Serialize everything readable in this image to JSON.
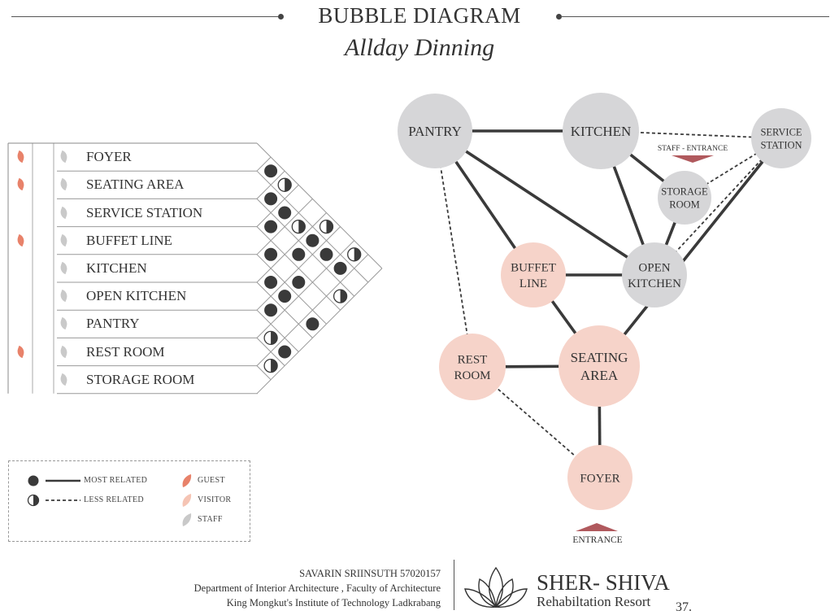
{
  "header": {
    "title": "BUBBLE DIAGRAM",
    "subtitle": "Allday Dinning"
  },
  "colors": {
    "guest": "#e8826a",
    "visitor": "#f5c4b4",
    "staff": "#c9c9c9",
    "staff_node": "#d6d6d8",
    "public_node": "#f6d3c9",
    "entrance_arrow": "#b0595d",
    "line": "#3a3a3a"
  },
  "matrix": {
    "rows": [
      {
        "label": "FOYER",
        "guest": true
      },
      {
        "label": "SEATING AREA",
        "guest": true
      },
      {
        "label": "SERVICE STATION",
        "guest": false
      },
      {
        "label": "BUFFET LINE",
        "guest": true
      },
      {
        "label": "KITCHEN",
        "guest": false
      },
      {
        "label": "OPEN KITCHEN",
        "guest": false
      },
      {
        "label": "PANTRY",
        "guest": false
      },
      {
        "label": "REST ROOM",
        "guest": true
      },
      {
        "label": "STORAGE ROOM",
        "guest": false
      }
    ],
    "relations": [
      {
        "a": "FOYER",
        "b": "SEATING AREA",
        "type": "most"
      },
      {
        "a": "SEATING AREA",
        "b": "SERVICE STATION",
        "type": "most"
      },
      {
        "a": "FOYER",
        "b": "SERVICE STATION",
        "type": "less"
      },
      {
        "a": "SERVICE STATION",
        "b": "BUFFET LINE",
        "type": "most"
      },
      {
        "a": "SEATING AREA",
        "b": "BUFFET LINE",
        "type": "most"
      },
      {
        "a": "BUFFET LINE",
        "b": "KITCHEN",
        "type": "most"
      },
      {
        "a": "SEATING AREA",
        "b": "KITCHEN",
        "type": "less"
      },
      {
        "a": "KITCHEN",
        "b": "OPEN KITCHEN",
        "type": "most"
      },
      {
        "a": "SERVICE STATION",
        "b": "OPEN KITCHEN",
        "type": "most"
      },
      {
        "a": "SEATING AREA",
        "b": "OPEN KITCHEN",
        "type": "most"
      },
      {
        "a": "FOYER",
        "b": "OPEN KITCHEN",
        "type": "less"
      },
      {
        "a": "KITCHEN",
        "b": "PANTRY",
        "type": "most"
      },
      {
        "a": "BUFFET LINE",
        "b": "PANTRY",
        "type": "most"
      },
      {
        "a": "OPEN KITCHEN",
        "b": "PANTRY",
        "type": "most"
      },
      {
        "a": "SEATING AREA",
        "b": "PANTRY",
        "type": "most"
      },
      {
        "a": "PANTRY",
        "b": "REST ROOM",
        "type": "less"
      },
      {
        "a": "SEATING AREA",
        "b": "REST ROOM",
        "type": "most"
      },
      {
        "a": "FOYER",
        "b": "REST ROOM",
        "type": "less"
      },
      {
        "a": "REST ROOM",
        "b": "STORAGE ROOM",
        "type": "less"
      },
      {
        "a": "PANTRY",
        "b": "STORAGE ROOM",
        "type": "most"
      },
      {
        "a": "KITCHEN",
        "b": "STORAGE ROOM",
        "type": "most"
      },
      {
        "a": "SERVICE STATION",
        "b": "STORAGE ROOM",
        "type": "less"
      }
    ]
  },
  "legend": {
    "most_related": "MOST RELATED",
    "less_related": "LESS RELATED",
    "guest": "GUEST",
    "visitor": "VISITOR",
    "staff": "STAFF"
  },
  "bubbles": {
    "pantry": {
      "lines": [
        "PANTRY"
      ],
      "kind": "staff"
    },
    "kitchen": {
      "lines": [
        "KITCHEN"
      ],
      "kind": "staff"
    },
    "service": {
      "lines": [
        "SERVICE",
        "STATION"
      ],
      "kind": "staff"
    },
    "storage": {
      "lines": [
        "STORAGE",
        "ROOM"
      ],
      "kind": "staff"
    },
    "openkitchen": {
      "lines": [
        "OPEN",
        "KITCHEN"
      ],
      "kind": "staff"
    },
    "buffet": {
      "lines": [
        "BUFFET",
        "LINE"
      ],
      "kind": "public"
    },
    "restroom": {
      "lines": [
        "REST",
        "ROOM"
      ],
      "kind": "public"
    },
    "seating": {
      "lines": [
        "SEATING",
        "AREA"
      ],
      "kind": "public"
    },
    "foyer": {
      "lines": [
        "FOYER"
      ],
      "kind": "public"
    }
  },
  "links": [
    {
      "from": "pantry",
      "to": "kitchen",
      "type": "most"
    },
    {
      "from": "kitchen",
      "to": "service",
      "type": "less"
    },
    {
      "from": "kitchen",
      "to": "storage",
      "type": "most"
    },
    {
      "from": "kitchen",
      "to": "openkitchen",
      "type": "most"
    },
    {
      "from": "pantry",
      "to": "buffet",
      "type": "most"
    },
    {
      "from": "pantry",
      "to": "openkitchen",
      "type": "most"
    },
    {
      "from": "pantry",
      "to": "restroom",
      "type": "less"
    },
    {
      "from": "service",
      "to": "storage",
      "type": "less"
    },
    {
      "from": "service",
      "to": "openkitchen",
      "type": "less"
    },
    {
      "from": "service",
      "to": "seating",
      "type": "most"
    },
    {
      "from": "storage",
      "to": "openkitchen",
      "type": "most"
    },
    {
      "from": "buffet",
      "to": "openkitchen",
      "type": "most"
    },
    {
      "from": "buffet",
      "to": "seating",
      "type": "most"
    },
    {
      "from": "restroom",
      "to": "seating",
      "type": "most"
    },
    {
      "from": "restroom",
      "to": "foyer",
      "type": "less"
    },
    {
      "from": "seating",
      "to": "foyer",
      "type": "most"
    }
  ],
  "labels": {
    "staff_entrance": "STAFF - ENTRANCE",
    "entrance": "ENTRANCE"
  },
  "footer": {
    "author": "SAVARIN SRIINSUTH  57020157",
    "department": "Department of Interior Architecture , Faculty of Architecture",
    "institute": "King Mongkut's Institute of Technology Ladkrabang",
    "brand": "SHER- SHIVA",
    "brand_sub": "Rehabiltation Resort",
    "page_number": "37."
  }
}
